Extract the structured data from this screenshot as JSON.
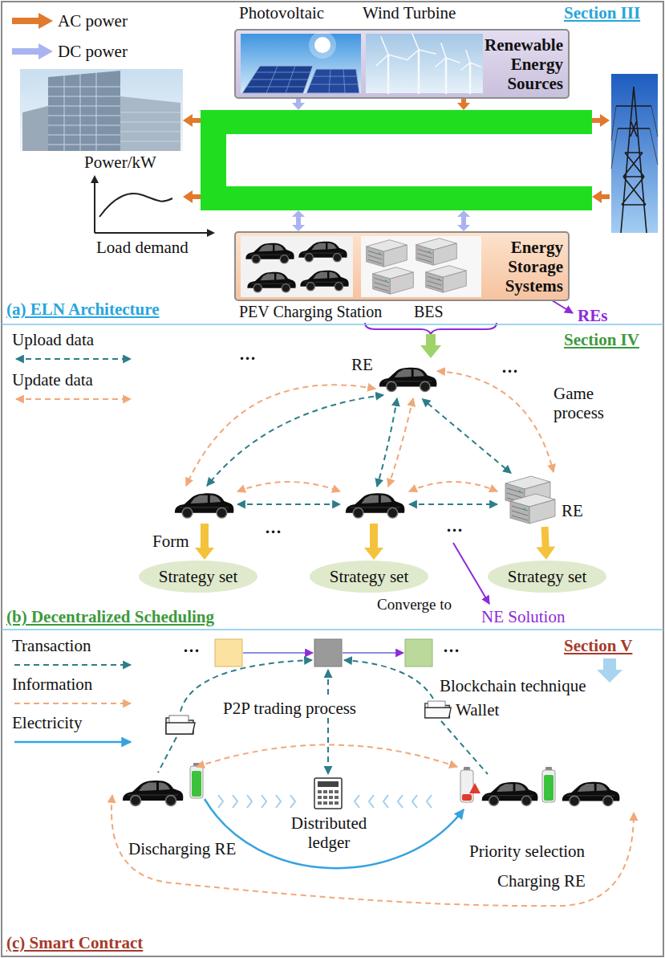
{
  "diagram": {
    "nodes": [
      {
        "text": [
          "Renewable Energy Sources"
        ]
      },
      {
        "text": [
          "Energy Storage Systems"
        ]
      },
      {
        "text": [
          "RE"
        ]
      },
      {
        "text": [
          "RE"
        ]
      },
      {
        "text": [
          "Strategy set"
        ]
      },
      {
        "text": [
          "Strategy set"
        ]
      },
      {
        "text": [
          "Strategy set"
        ]
      }
    ],
    "edges": [
      {
        "from": 2,
        "to": 3,
        "arrow": "both"
      },
      {
        "from": 3,
        "to": 6,
        "arrow": "to"
      }
    ],
    "labels": [
      "Photovoltaic",
      "Wind Turbine",
      "Section III",
      "Power/kW",
      "Load demand",
      "PEV Charging Station",
      "BES",
      "(a) ELN Architecture",
      "REs",
      "Section IV",
      "···",
      "···",
      "Game process",
      "Form",
      "···",
      "···",
      "Converge to",
      "NE Solution",
      "(b) Decentralized Scheduling",
      "Section V",
      "···",
      "···",
      "Blockchain technique",
      "P2P trading process",
      "Wallet",
      "Distributed ledger",
      "Discharging RE",
      "Priority selection",
      "Charging RE",
      "(c) Smart Contract"
    ],
    "legend": [
      {
        "text": "AC power"
      },
      {
        "text": "DC power"
      },
      {
        "text": "Upload data"
      },
      {
        "text": "Update data"
      },
      {
        "text": "Transaction"
      },
      {
        "text": "Information"
      },
      {
        "text": "Electricity"
      }
    ]
  }
}
